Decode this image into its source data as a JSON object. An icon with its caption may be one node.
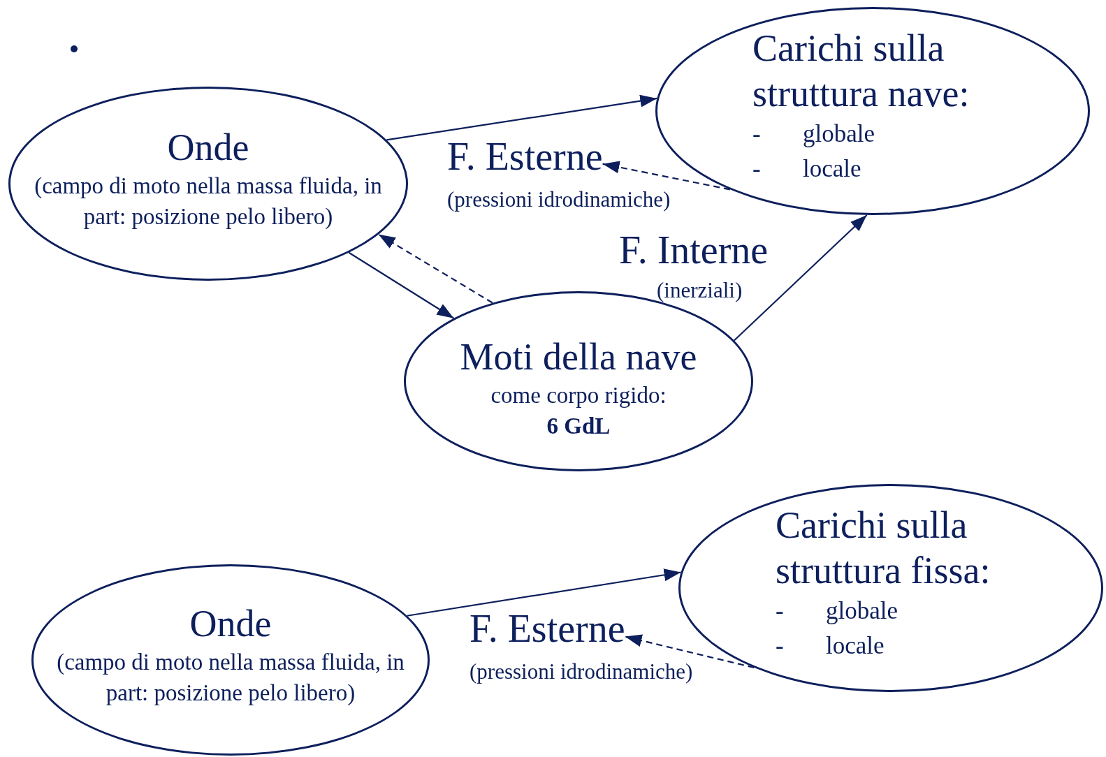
{
  "diagram": {
    "nodes": [
      {
        "text": [
          "Onde",
          "(campo di moto nella massa fluida, in part: posizione pelo libero)"
        ]
      },
      {
        "text": [
          "Carichi sulla struttura nave:",
          "-",
          "globale",
          "-",
          "locale"
        ]
      },
      {
        "text": [
          "Moti della nave",
          "come corpo rigido: **6 GdL**"
        ]
      },
      {
        "text": [
          "F. Esterne"
        ]
      },
      {
        "text": [
          "Onde",
          "(campo di moto nella massa fluida, in part: posizione pelo libero)"
        ]
      },
      {
        "text": [
          "Carichi sulla struttura fissa:",
          "-",
          "globale",
          "-",
          "locale"
        ]
      },
      {
        "text": [
          "F. Esterne"
        ]
      }
    ],
    "edges": [
      {
        "from": 0,
        "to": 1,
        "arrow": "to"
      },
      {
        "from": 1,
        "to": 3,
        "arrow": "to",
        "style": "dashed"
      },
      {
        "from": 0,
        "to": 2,
        "arrow": "to"
      },
      {
        "from": 2,
        "to": 0,
        "arrow": "to",
        "style": "dashed"
      },
      {
        "from": 2,
        "to": 1,
        "arrow": "to"
      },
      {
        "from": 4,
        "to": 5,
        "arrow": "to"
      },
      {
        "from": 5,
        "to": 6,
        "arrow": "to",
        "style": "dashed"
      }
    ],
    "labels": [
      "(pressioni idrodinamiche)",
      "F. Interne",
      "(inerziali)",
      "(pressioni idrodinamiche)"
    ]
  }
}
